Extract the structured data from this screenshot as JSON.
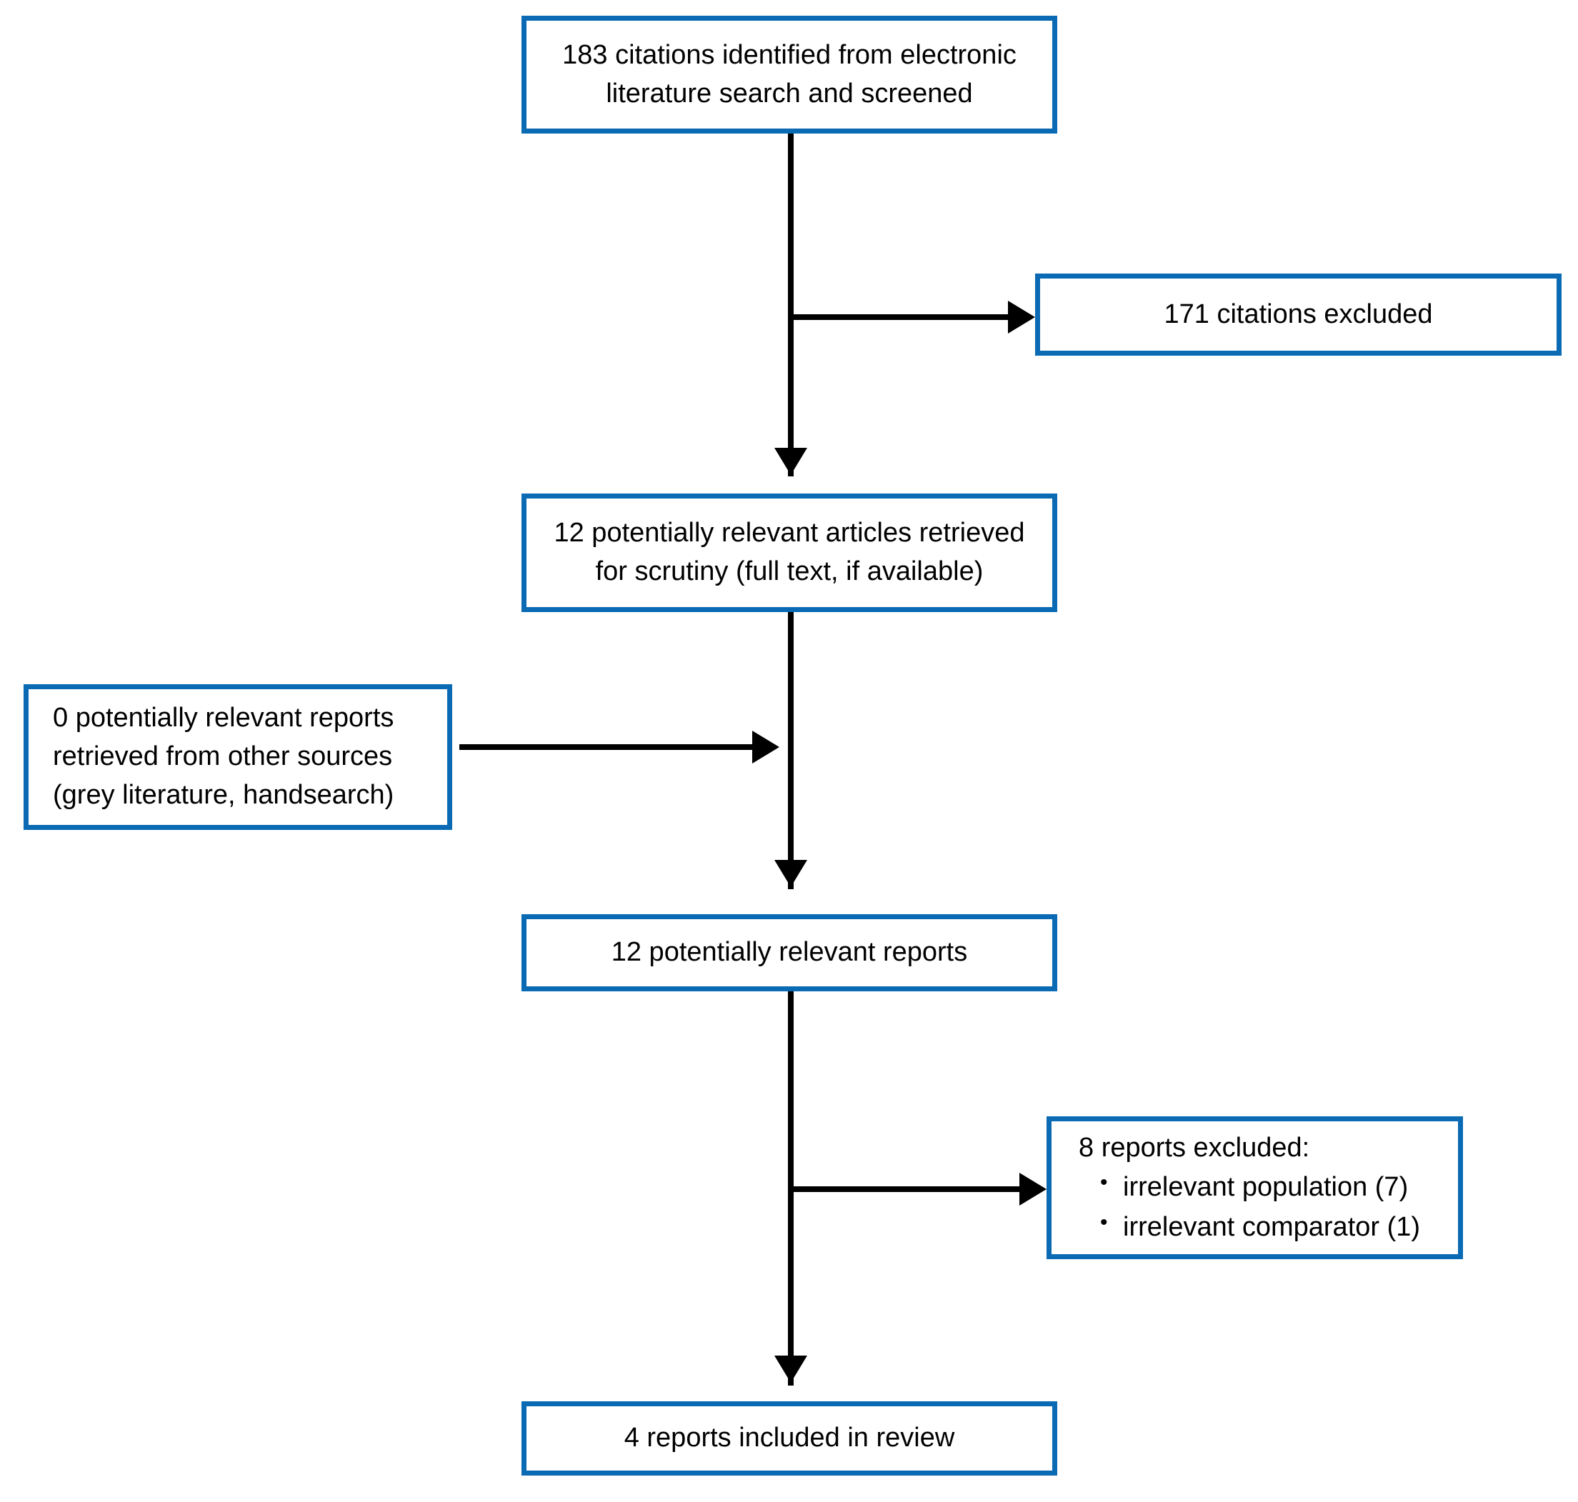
{
  "diagram": {
    "type": "prisma-study-selection-flowchart",
    "accent_color": "#0a6ab4",
    "connector_color": "#000000",
    "background_color": "#ffffff",
    "boxes": {
      "identified": {
        "text": "183 citations identified from electronic\nliterature search and screened",
        "count": 183
      },
      "excluded_citations": {
        "text": "171 citations excluded",
        "count": 171
      },
      "retrieved_articles": {
        "text": "12 potentially relevant articles retrieved\nfor scrutiny (full text, if available)",
        "count": 12
      },
      "other_sources": {
        "text": "0 potentially relevant reports\nretrieved from other sources\n(grey literature, handsearch)",
        "count": 0
      },
      "relevant_reports": {
        "text": "12 potentially relevant reports",
        "count": 12
      },
      "excluded_reports": {
        "heading": "8 reports excluded:",
        "count": 8,
        "reasons": [
          "irrelevant population (7)",
          "irrelevant comparator (1)"
        ]
      },
      "included": {
        "text": "4 reports included in review",
        "count": 4
      }
    }
  }
}
